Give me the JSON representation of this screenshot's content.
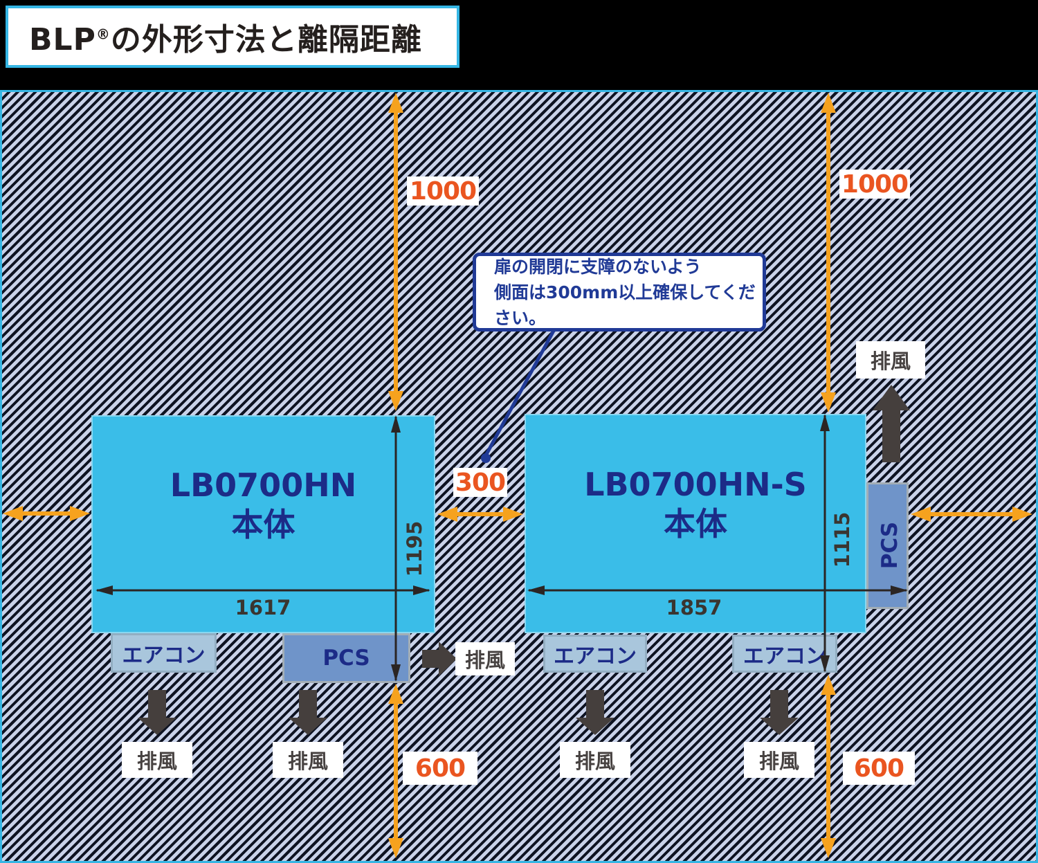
{
  "title": {
    "brand": "BLP",
    "reg": "®",
    "suffix": "の外形寸法と離隔距離"
  },
  "note": {
    "line1": "扉の開閉に支障のないよう",
    "line2": "側面は300mm以上確保してください。"
  },
  "labels": {
    "exhaust": "排風",
    "aircon": "エアコン",
    "pcs": "PCS"
  },
  "clearances": {
    "top_left": "1000",
    "top_right": "1000",
    "side": "300",
    "bottom_left": "600",
    "bottom_right": "600"
  },
  "units": {
    "left": {
      "model": "LB0700HN",
      "body": "本体",
      "width_mm": "1617",
      "height_mm": "1195"
    },
    "right": {
      "model": "LB0700HN-S",
      "body": "本体",
      "width_mm": "1857",
      "height_mm": "1115"
    }
  },
  "colors": {
    "accent_cyan": "#3abde8",
    "figure_border": "#35b6e4",
    "orange_arrow": "#f6a21e",
    "orange_text": "#ea5520",
    "navy": "#1c2b87",
    "hatch_light": "#c9d2e9",
    "hatch_dark": "#0e1322",
    "dark_arrow": "#453f3d"
  }
}
